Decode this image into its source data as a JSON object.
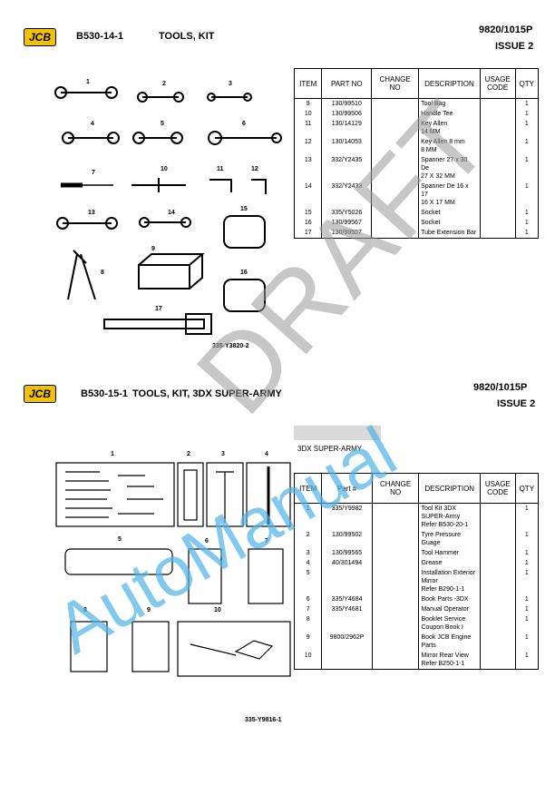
{
  "section1": {
    "logo": "JCB",
    "code": "B530-14-1",
    "title": "TOOLS, KIT",
    "doc_number": "9820/1015P",
    "issue": "ISSUE 2",
    "figure_ref": "335-Y3820-2",
    "columns": [
      "ITEM",
      "PART NO",
      "CHANGE NO",
      "DESCRIPTION",
      "USAGE CODE",
      "QTY"
    ],
    "rows": [
      {
        "item": "9",
        "part": "130/99510",
        "change": "",
        "desc": "Tool Bag",
        "usage": "",
        "qty": "1"
      },
      {
        "item": "10",
        "part": "130/99506",
        "change": "",
        "desc": "Handle Tee",
        "usage": "",
        "qty": "1"
      },
      {
        "item": "11",
        "part": "130/14129",
        "change": "",
        "desc": "Key Allen\n14 MM",
        "usage": "",
        "qty": "1"
      },
      {
        "item": "12",
        "part": "130/14053",
        "change": "",
        "desc": "Key Allen 8 mm\n8 MM",
        "usage": "",
        "qty": "1"
      },
      {
        "item": "13",
        "part": "332/Y2435",
        "change": "",
        "desc": "Spanner 27 x 30\nDe\n27 X 32 MM",
        "usage": "",
        "qty": "1"
      },
      {
        "item": "14",
        "part": "332/Y2433",
        "change": "",
        "desc": "Spanner De 16 x\n17\n16 X 17 MM",
        "usage": "",
        "qty": "1"
      },
      {
        "item": "15",
        "part": "335/Y5026",
        "change": "",
        "desc": "Socket",
        "usage": "",
        "qty": "1"
      },
      {
        "item": "16",
        "part": "130/99567",
        "change": "",
        "desc": "Socket",
        "usage": "",
        "qty": "1"
      },
      {
        "item": "17",
        "part": "130/99507",
        "change": "",
        "desc": "Tube Extension Bar",
        "usage": "",
        "qty": "1"
      }
    ],
    "figure_labels": [
      "1",
      "2",
      "3",
      "4",
      "5",
      "6",
      "7",
      "8",
      "9",
      "10",
      "11",
      "12",
      "13",
      "14",
      "15",
      "16",
      "17"
    ]
  },
  "section2": {
    "logo": "JCB",
    "code": "B530-15-1",
    "title": "TOOLS, KIT, 3DX SUPER-ARMY",
    "doc_number": "9820/1015P",
    "issue": "ISSUE 2",
    "variant": "3DX SUPER-ARMY",
    "figure_ref": "335-Y9816-1",
    "columns": [
      "ITEM",
      "Part #",
      "CHANGE NO",
      "DESCRIPTION",
      "USAGE CODE",
      "QTY"
    ],
    "rows": [
      {
        "item": "1",
        "part": "335/Y9982",
        "change": "",
        "desc": "Tool Kit 3DX\nSUPER-Army\nRefer B530-20-1",
        "usage": "",
        "qty": "1"
      },
      {
        "item": "2",
        "part": "130/99502",
        "change": "",
        "desc": "Tyre Pressure\nGuage",
        "usage": "",
        "qty": "1"
      },
      {
        "item": "3",
        "part": "130/99565",
        "change": "",
        "desc": "Tool Hammer",
        "usage": "",
        "qty": "1"
      },
      {
        "item": "4",
        "part": "40/301494",
        "change": "",
        "desc": "Grease",
        "usage": "",
        "qty": "1"
      },
      {
        "item": "5",
        "part": "",
        "change": "",
        "desc": "Installation Exterior\nMirror\nRefer B290-1-1",
        "usage": "",
        "qty": "1"
      },
      {
        "item": "6",
        "part": "335/Y4684",
        "change": "",
        "desc": "Book Parts -3DX",
        "usage": "",
        "qty": "1"
      },
      {
        "item": "7",
        "part": "335/Y4681",
        "change": "",
        "desc": "Manual Operator",
        "usage": "",
        "qty": "1"
      },
      {
        "item": "8",
        "part": "",
        "change": "",
        "desc": "Booklet Service\nCoupon Book I",
        "usage": "",
        "qty": "1"
      },
      {
        "item": "9",
        "part": "9800/2962P",
        "change": "",
        "desc": "Book JCB Engine\nParts",
        "usage": "",
        "qty": "1"
      },
      {
        "item": "10",
        "part": "",
        "change": "",
        "desc": "Mirror Rear View\nRefer B250-1-1",
        "usage": "",
        "qty": "1"
      }
    ],
    "figure_labels": [
      "1",
      "2",
      "3",
      "4",
      "5",
      "6",
      "7",
      "8",
      "9",
      "10"
    ]
  },
  "watermarks": {
    "draft": "DRAFT",
    "brand": "AutoManual"
  },
  "colors": {
    "logo_yellow": "#f2c200",
    "watermark_blue": "#4fb3e8",
    "watermark_gray": "#9a9a9a",
    "variant_bar": "#d9d9d9"
  }
}
